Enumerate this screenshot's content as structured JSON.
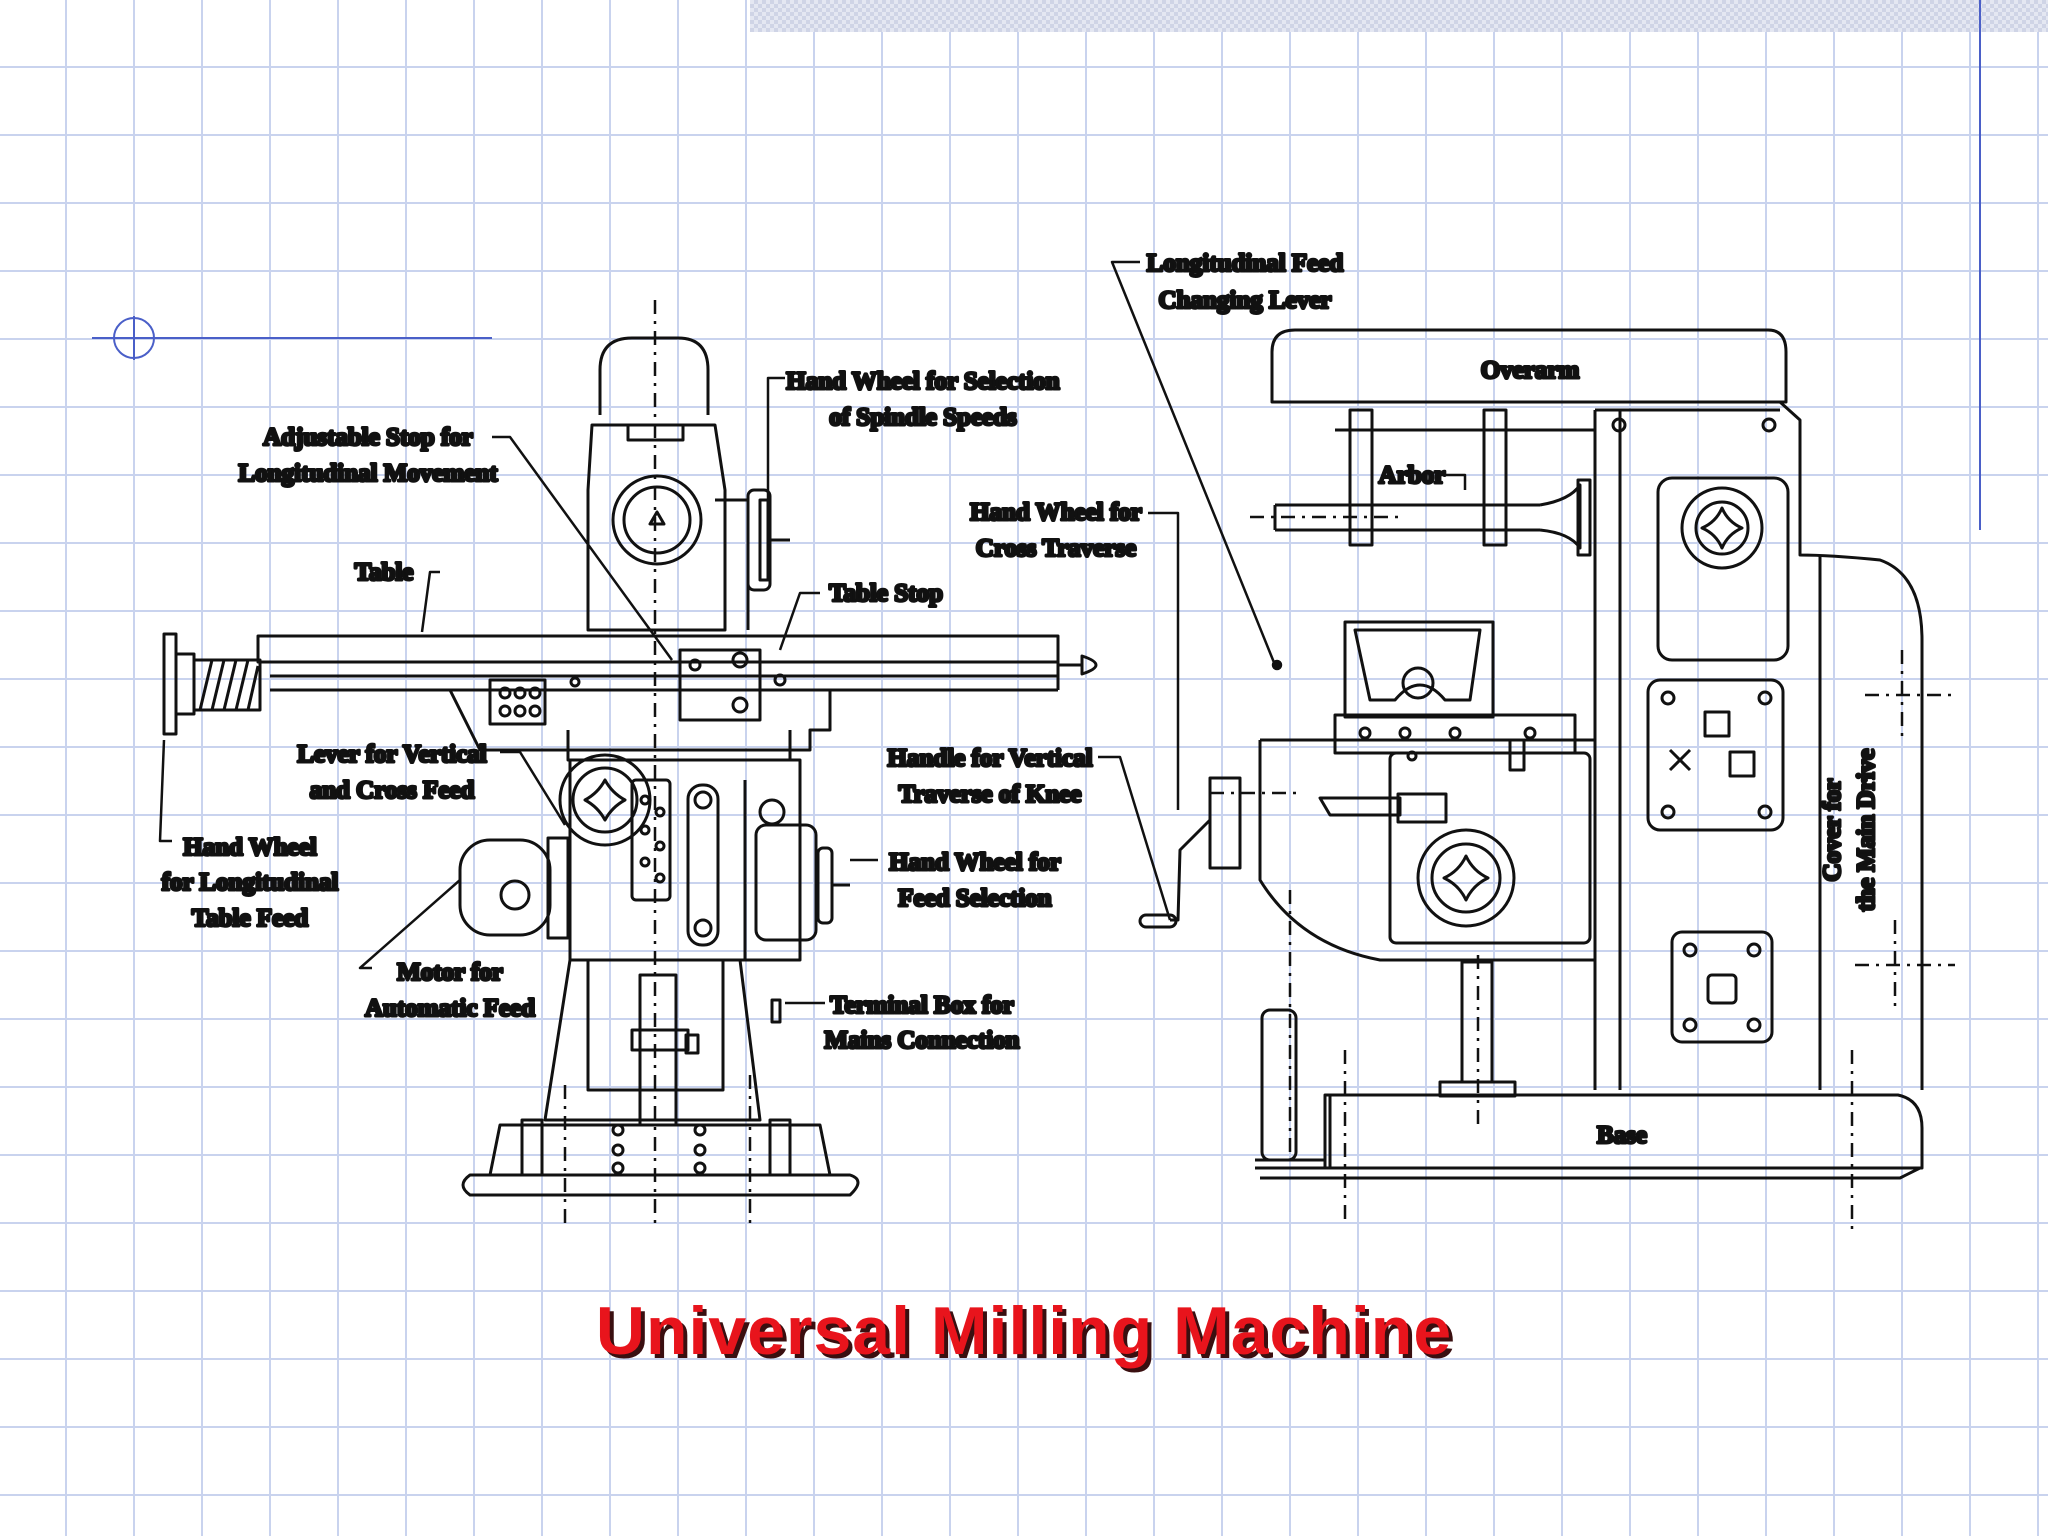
{
  "slide": {
    "caption": "Universal Milling Machine",
    "accent_color": "#e8141c",
    "grid_color": "#c9d3ee",
    "rule_color": "#4a5fc8"
  },
  "front_view": {
    "labels": {
      "adjustable_stop": [
        "Adjustable Stop for",
        "Longitudinal Movement"
      ],
      "hand_wheel_spindle": [
        "Hand Wheel for Selection",
        "of Spindle Speeds"
      ],
      "table": [
        "Table"
      ],
      "table_stop": [
        "Table Stop"
      ],
      "lever_vertical_cross": [
        "Lever for Vertical",
        "and Cross Feed"
      ],
      "hand_wheel_longitudinal": [
        "Hand Wheel",
        "for Longitudinal",
        "Table Feed"
      ],
      "motor_auto_feed": [
        "Motor for",
        "Automatic Feed"
      ],
      "handle_vertical_knee": [
        "Handle for Vertical",
        "Traverse of Knee"
      ],
      "hand_wheel_feed": [
        "Hand Wheel for",
        "Feed Selection"
      ],
      "terminal_box": [
        "Terminal Box for",
        "Mains Connection"
      ]
    }
  },
  "side_view": {
    "labels": {
      "longitudinal_feed_lever": [
        "Longitudinal Feed",
        "Changing Lever"
      ],
      "overarm": [
        "Overarm"
      ],
      "arbor": [
        "Arbor"
      ],
      "hand_wheel_cross": [
        "Hand Wheel for",
        "Cross Traverse"
      ],
      "cover_main_drive": [
        "Cover for",
        "the Main Drive"
      ],
      "base": [
        "Base"
      ]
    }
  }
}
